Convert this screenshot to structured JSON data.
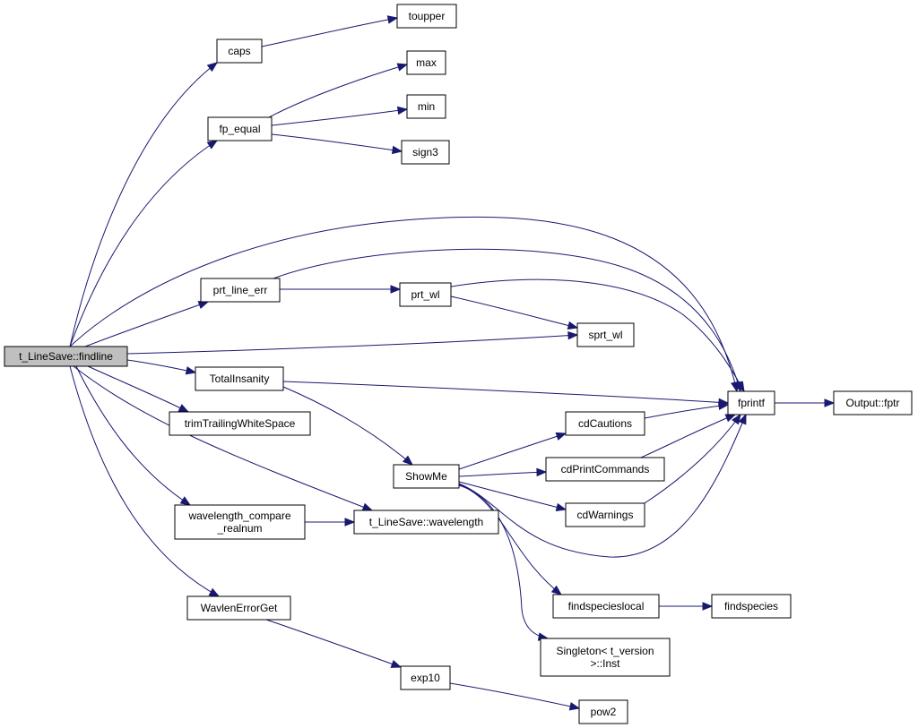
{
  "graph": {
    "nodes": [
      {
        "id": "findline",
        "lines": [
          "t_LineSave::findline"
        ],
        "root": true
      },
      {
        "id": "caps",
        "lines": [
          "caps"
        ]
      },
      {
        "id": "toupper",
        "lines": [
          "toupper"
        ]
      },
      {
        "id": "fp_equal",
        "lines": [
          "fp_equal"
        ]
      },
      {
        "id": "max",
        "lines": [
          "max"
        ]
      },
      {
        "id": "min",
        "lines": [
          "min"
        ]
      },
      {
        "id": "sign3",
        "lines": [
          "sign3"
        ]
      },
      {
        "id": "prt_line_err",
        "lines": [
          "prt_line_err"
        ]
      },
      {
        "id": "prt_wl",
        "lines": [
          "prt_wl"
        ]
      },
      {
        "id": "sprt_wl",
        "lines": [
          "sprt_wl"
        ]
      },
      {
        "id": "fprintf",
        "lines": [
          "fprintf"
        ]
      },
      {
        "id": "output_fptr",
        "lines": [
          "Output::fptr"
        ]
      },
      {
        "id": "totalinsanity",
        "lines": [
          "TotalInsanity"
        ]
      },
      {
        "id": "trimtrailing",
        "lines": [
          "trimTrailingWhiteSpace"
        ]
      },
      {
        "id": "showme",
        "lines": [
          "ShowMe"
        ]
      },
      {
        "id": "cdcautions",
        "lines": [
          "cdCautions"
        ]
      },
      {
        "id": "cdprintcommands",
        "lines": [
          "cdPrintCommands"
        ]
      },
      {
        "id": "cdwarnings",
        "lines": [
          "cdWarnings"
        ]
      },
      {
        "id": "wl_compare",
        "lines": [
          "wavelength_compare",
          "_realnum"
        ]
      },
      {
        "id": "wavelength",
        "lines": [
          "t_LineSave::wavelength"
        ]
      },
      {
        "id": "findspecieslocal",
        "lines": [
          "findspecieslocal"
        ]
      },
      {
        "id": "findspecies",
        "lines": [
          "findspecies"
        ]
      },
      {
        "id": "singleton",
        "lines": [
          "Singleton< t_version",
          ">::Inst"
        ]
      },
      {
        "id": "wavlenerrorget",
        "lines": [
          "WavlenErrorGet"
        ]
      },
      {
        "id": "exp10",
        "lines": [
          "exp10"
        ]
      },
      {
        "id": "pow2",
        "lines": [
          "pow2"
        ]
      }
    ],
    "edges": [
      {
        "from": "findline",
        "to": "caps"
      },
      {
        "from": "findline",
        "to": "fp_equal"
      },
      {
        "from": "findline",
        "to": "fprintf"
      },
      {
        "from": "findline",
        "to": "prt_line_err"
      },
      {
        "from": "findline",
        "to": "sprt_wl"
      },
      {
        "from": "findline",
        "to": "totalinsanity"
      },
      {
        "from": "findline",
        "to": "trimtrailing"
      },
      {
        "from": "findline",
        "to": "wavelength"
      },
      {
        "from": "findline",
        "to": "wl_compare"
      },
      {
        "from": "findline",
        "to": "wavlenerrorget"
      },
      {
        "from": "caps",
        "to": "toupper"
      },
      {
        "from": "fp_equal",
        "to": "max"
      },
      {
        "from": "fp_equal",
        "to": "min"
      },
      {
        "from": "fp_equal",
        "to": "sign3"
      },
      {
        "from": "prt_line_err",
        "to": "fprintf"
      },
      {
        "from": "prt_line_err",
        "to": "prt_wl"
      },
      {
        "from": "prt_wl",
        "to": "fprintf"
      },
      {
        "from": "prt_wl",
        "to": "sprt_wl"
      },
      {
        "from": "fprintf",
        "to": "output_fptr"
      },
      {
        "from": "totalinsanity",
        "to": "fprintf"
      },
      {
        "from": "totalinsanity",
        "to": "showme"
      },
      {
        "from": "showme",
        "to": "cdcautions"
      },
      {
        "from": "showme",
        "to": "cdprintcommands"
      },
      {
        "from": "showme",
        "to": "cdwarnings"
      },
      {
        "from": "showme",
        "to": "fprintf"
      },
      {
        "from": "showme",
        "to": "findspecieslocal"
      },
      {
        "from": "showme",
        "to": "singleton"
      },
      {
        "from": "cdcautions",
        "to": "fprintf"
      },
      {
        "from": "cdprintcommands",
        "to": "fprintf"
      },
      {
        "from": "cdwarnings",
        "to": "fprintf"
      },
      {
        "from": "wl_compare",
        "to": "wavelength"
      },
      {
        "from": "findspecieslocal",
        "to": "findspecies"
      },
      {
        "from": "wavlenerrorget",
        "to": "exp10"
      },
      {
        "from": "exp10",
        "to": "pow2"
      }
    ]
  }
}
